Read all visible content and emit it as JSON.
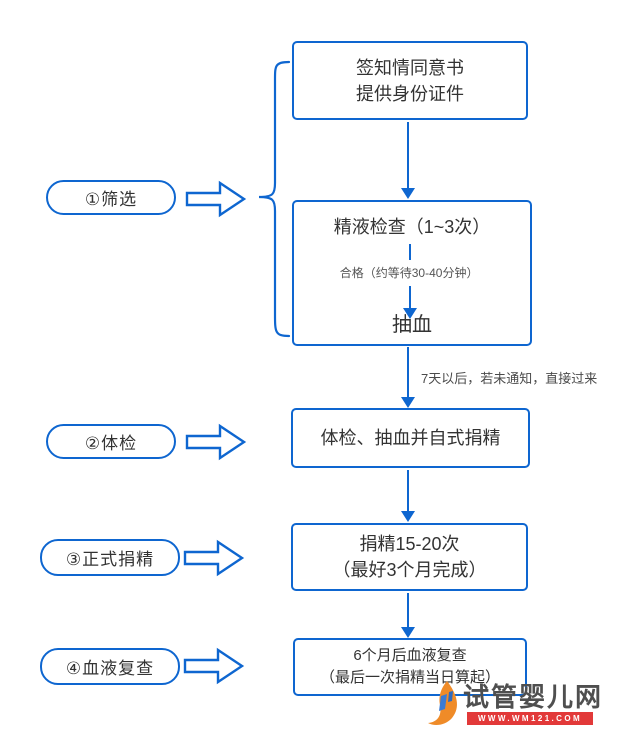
{
  "diagram": {
    "stages": [
      {
        "label": "①筛选"
      },
      {
        "label": "②体检"
      },
      {
        "label": "③正式捐精"
      },
      {
        "label": "④血液复查"
      }
    ],
    "boxes": {
      "consent_line1": "签知情同意书",
      "consent_line2": "提供身份证件",
      "semen_title": "精液检查（1~3次）",
      "semen_note": "合格（约等待30-40分钟）",
      "semen_bottom": "抽血",
      "edge_note": "7天以后，若未通知，直接过来",
      "physical": "体检、抽血并自式捐精",
      "donate_line1": "捐精15-20次",
      "donate_line2": "（最好3个月完成）",
      "recheck_line1": "6个月后血液复查",
      "recheck_line2": "（最后一次捐精当日算起）"
    },
    "colors": {
      "line_blue": "#0e66d0",
      "text_dark": "#333333",
      "note_gray": "#555555",
      "watermark_orange": "#ef8b28",
      "watermark_red": "#e23939"
    },
    "watermark": {
      "site_name": "试管婴儿网",
      "site_url": "WWW.WM121.COM"
    }
  }
}
